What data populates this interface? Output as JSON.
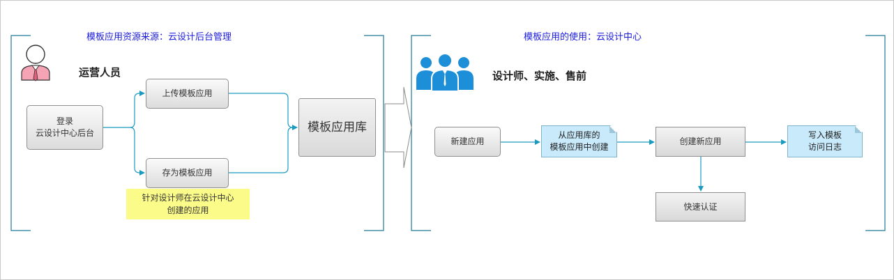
{
  "left_panel": {
    "title": "模板应用资源来源：云设计后台管理",
    "role_label": "运营人员",
    "role_icon": "user-icon",
    "login_box": "登录\n云设计中心后台",
    "upload_box": "上传模板应用",
    "save_as_box": "存为模板应用",
    "note": "针对设计师在云设计中心\n创建的应用",
    "library_box": "模板应用库"
  },
  "right_panel": {
    "title": "模板应用的使用：云设计中心",
    "role_label": "设计师、实施、售前",
    "role_icon": "group-users-icon",
    "new_app_box": "新建应用",
    "from_library_doc": "从应用库的\n模板应用中创建",
    "create_app_box": "创建新应用",
    "quick_auth_box": "快速认证",
    "write_log_doc": "写入模板\n访问日志"
  },
  "colors": {
    "connector": "#1b9ac0",
    "bracket": "#1f7a96",
    "title_text": "#1a1adc",
    "note_fill": "#c8eafa",
    "highlight_fill": "#fbfb8a",
    "icon_blue": "#1d8fd8",
    "avatar_tie": "#f08aa0"
  }
}
